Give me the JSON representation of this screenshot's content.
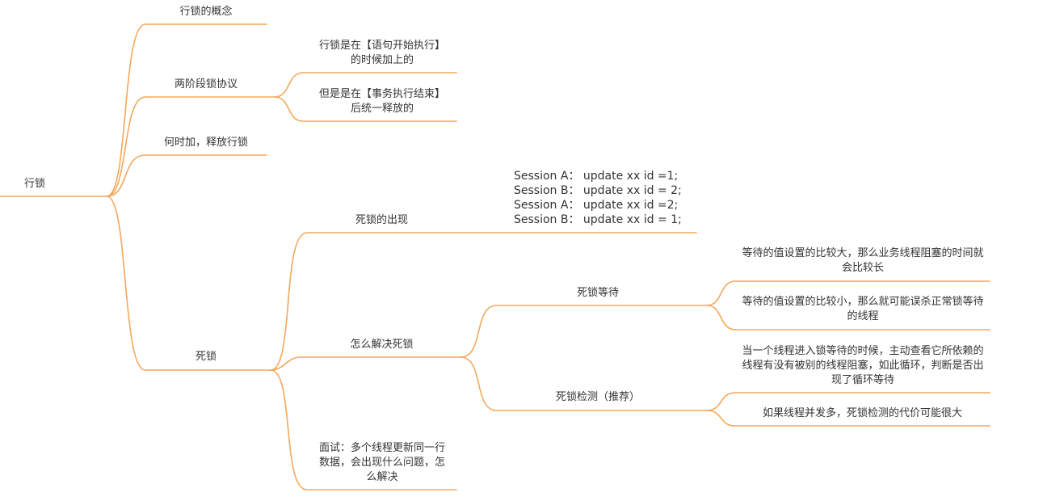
{
  "theme": {
    "line_color": "#F4A85B",
    "text_color": "#333333",
    "background": "#FFFFFF"
  },
  "root": {
    "label": "行锁"
  },
  "branches": {
    "concept": {
      "label": "行锁的概念"
    },
    "two_phase": {
      "label": "两阶段锁协议",
      "children": [
        {
          "label": "行锁是在【语句开始执行】的时候加上的"
        },
        {
          "label": "但是是在【事务执行结束】后统一释放的"
        }
      ]
    },
    "when_release": {
      "label": "何时加，释放行锁"
    },
    "deadlock": {
      "label": "死锁",
      "appear": {
        "label": "死锁的出现",
        "example_lines": [
          "Session A： update xx id =1;",
          "Session B： update xx id = 2;",
          "Session A： update xx id =2;",
          "Session B： update xx id = 1;"
        ]
      },
      "solve": {
        "label": "怎么解决死锁",
        "wait": {
          "label": "死锁等待",
          "children": [
            {
              "label": "等待的值设置的比较大，那么业务线程阻塞的时间就会比较长"
            },
            {
              "label": "等待的值设置的比较小，那么就可能误杀正常锁等待的线程"
            }
          ]
        },
        "detect": {
          "label": "死锁检测（推荐）",
          "children": [
            {
              "label": "当一个线程进入锁等待的时候，主动查看它所依赖的线程有没有被别的线程阻塞，如此循环，判断是否出现了循环等待"
            },
            {
              "label": "如果线程并发多，死锁检测的代价可能很大"
            }
          ]
        }
      },
      "interview": {
        "label": "面试：多个线程更新同一行数据，会出现什么问题，怎么解决"
      }
    }
  }
}
